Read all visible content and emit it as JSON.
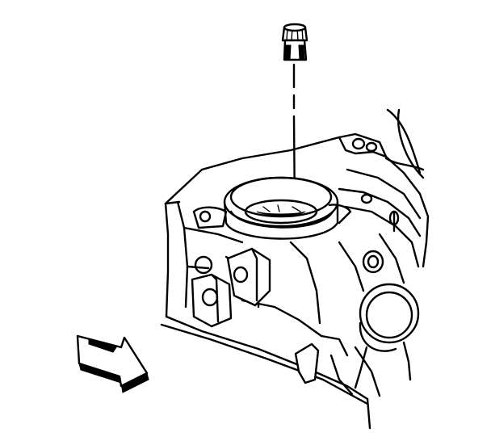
{
  "figure": {
    "background": "#ffffff",
    "ink": "#000000",
    "parts": [
      "fastener-plug",
      "installation-guide-line",
      "casting-housing",
      "housing-bore",
      "threaded-hole",
      "pivot-mount",
      "round-port",
      "direction-arrow"
    ]
  }
}
